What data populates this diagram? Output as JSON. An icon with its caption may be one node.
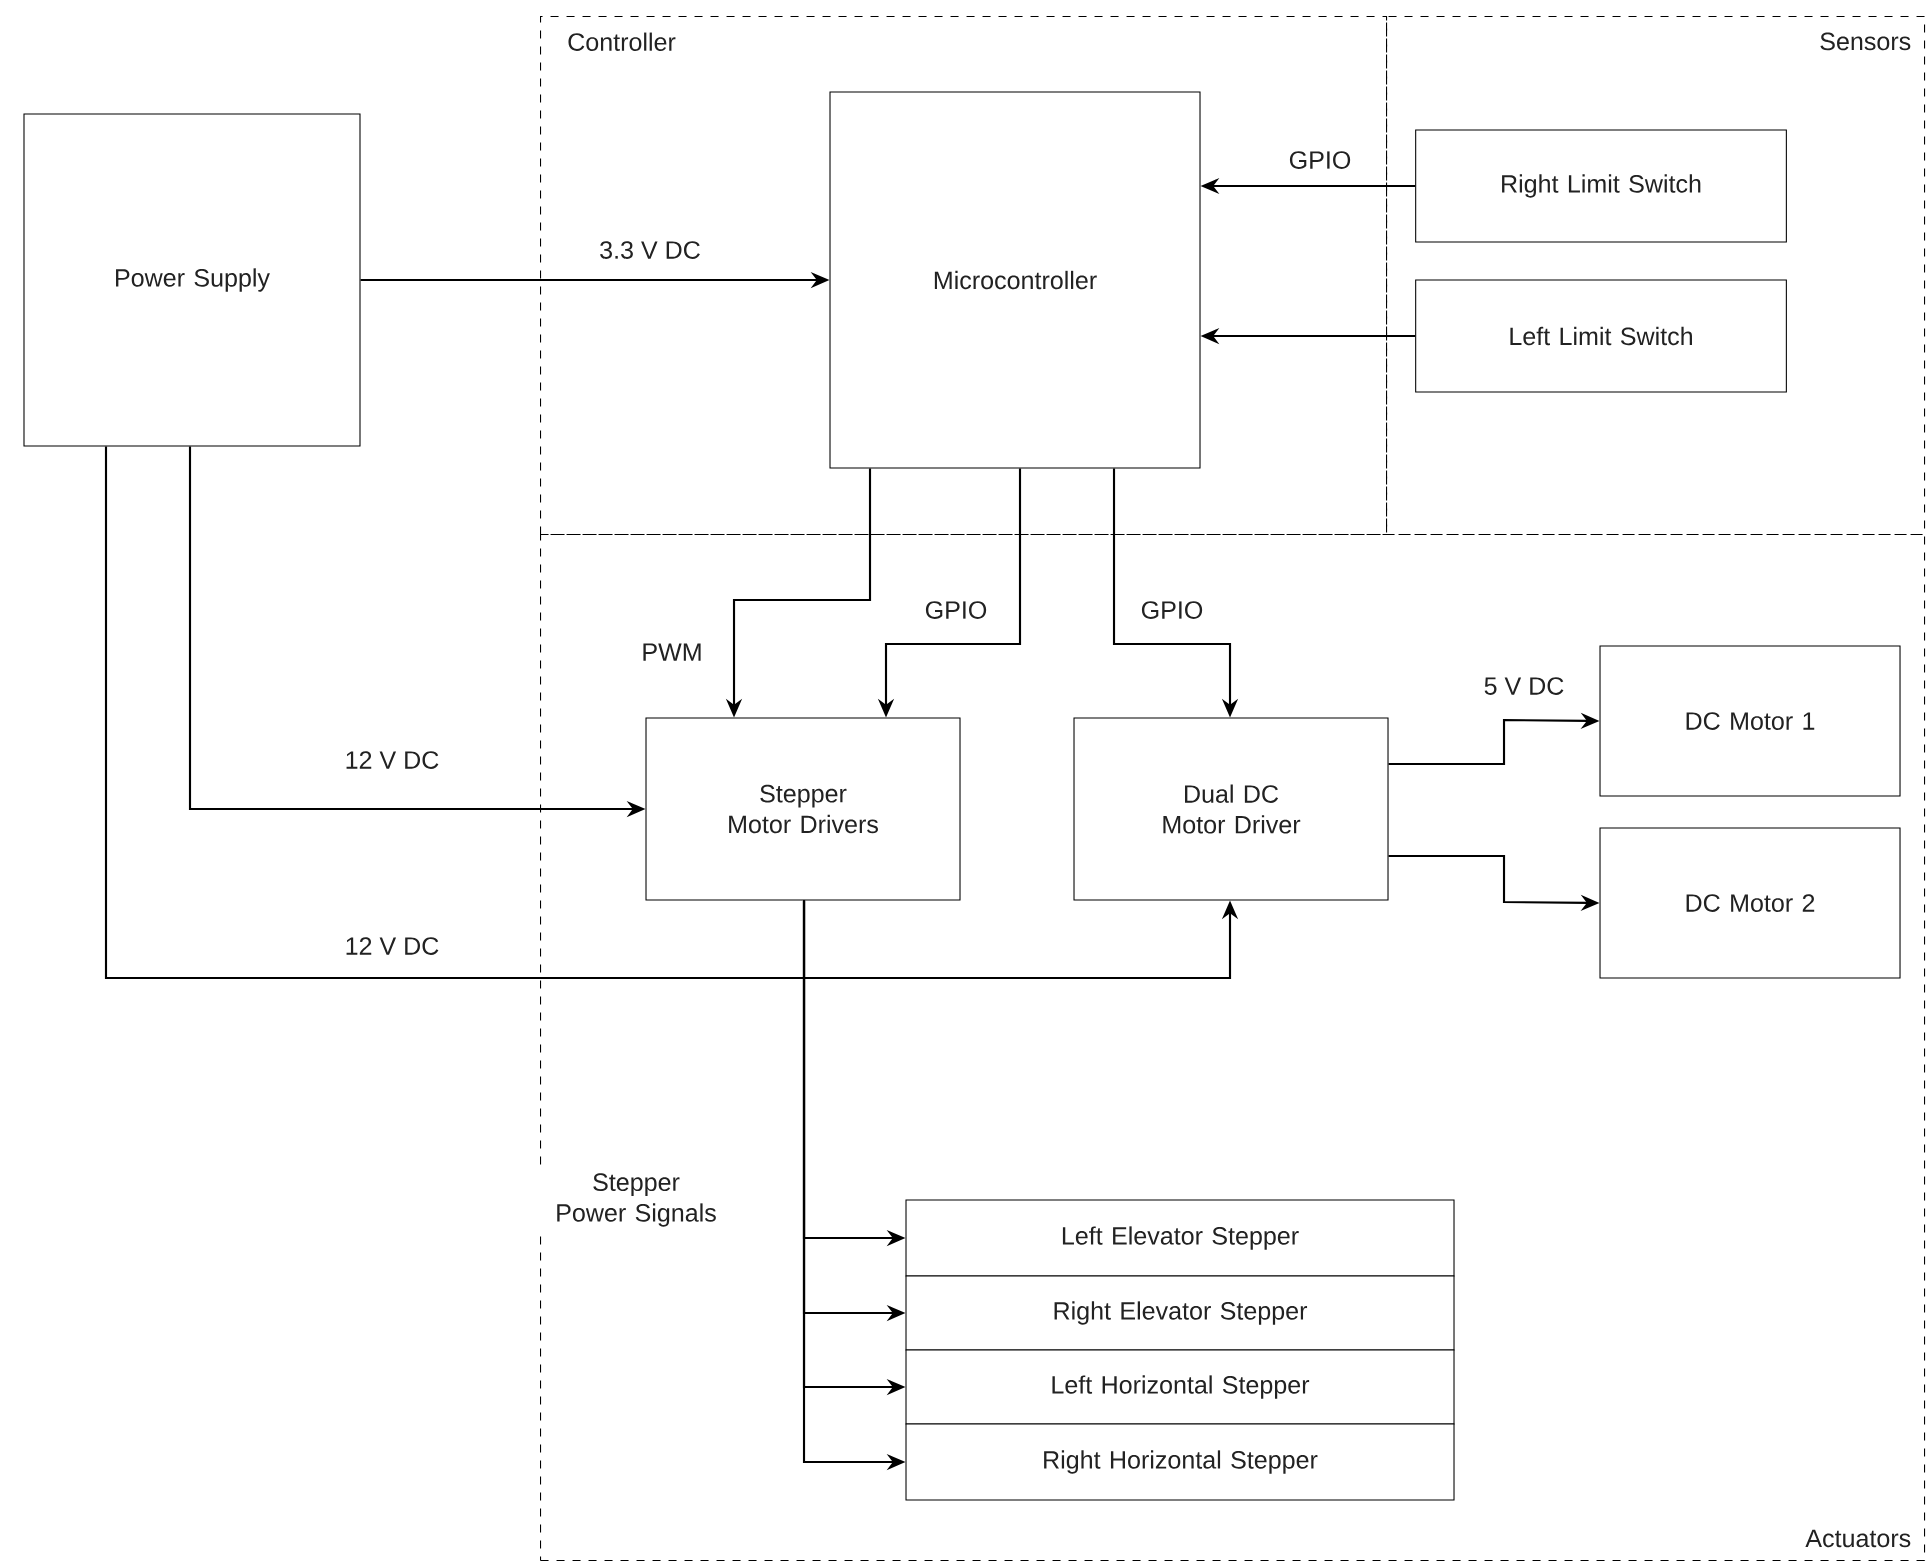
{
  "diagram": {
    "nodes": [
      {
        "text": [
          "Controller"
        ]
      },
      {
        "text": [
          "Sensors"
        ]
      },
      {
        "text": [
          "Power Supply"
        ]
      },
      {
        "text": [
          "Microcontroller"
        ],
        "in": 0
      },
      {
        "text": [
          "Right Limit Switch"
        ],
        "in": 1
      },
      {
        "text": [
          "Left Limit Switch"
        ],
        "in": 1
      },
      {
        "text": [
          "Actuators"
        ]
      },
      {
        "text": [
          "Stepper Motor Drivers"
        ],
        "in": 6
      },
      {
        "text": [
          "Dual DC Motor Driver"
        ],
        "in": 6
      },
      {
        "text": [
          "DC Motor 1"
        ],
        "in": 6
      },
      {
        "text": [
          "DC Motor 2"
        ],
        "in": 6
      },
      {
        "text": [
          "Left Elevator Stepper"
        ],
        "in": 6
      },
      {
        "text": [
          "Right Elevator Stepper"
        ],
        "in": 6
      },
      {
        "text": [
          "Left Horizontal Stepper"
        ],
        "in": 6
      },
      {
        "text": [
          "Right Horizontal Stepper"
        ],
        "in": 6
      }
    ],
    "edges": [
      {
        "from": 2,
        "to": 3,
        "arrow": "to",
        "label": "3.3 V DC"
      },
      {
        "from": 4,
        "to": 3,
        "arrow": "to",
        "label": "GPIO"
      },
      {
        "from": 5,
        "to": 3,
        "arrow": "to"
      },
      {
        "from": 3,
        "to": 7,
        "arrow": "to",
        "label": "PWM"
      },
      {
        "from": 3,
        "to": 7,
        "arrow": "to",
        "label": "GPIO"
      },
      {
        "from": 3,
        "to": 8,
        "arrow": "to",
        "label": "GPIO"
      },
      {
        "from": 2,
        "to": 7,
        "arrow": "to",
        "label": "12 V DC"
      },
      {
        "from": 2,
        "to": 8,
        "arrow": "to",
        "label": "12 V DC"
      },
      {
        "from": 8,
        "to": 9,
        "arrow": "to",
        "label": "5 V DC"
      },
      {
        "from": 8,
        "to": 10,
        "arrow": "to"
      },
      {
        "from": 7,
        "to": 11,
        "arrow": "to"
      },
      {
        "from": 7,
        "to": 12,
        "arrow": "to"
      },
      {
        "from": 7,
        "to": 13,
        "arrow": "to"
      },
      {
        "from": 7,
        "to": 14,
        "arrow": "to"
      }
    ],
    "labels": [
      "Stepper Power Signals"
    ]
  }
}
